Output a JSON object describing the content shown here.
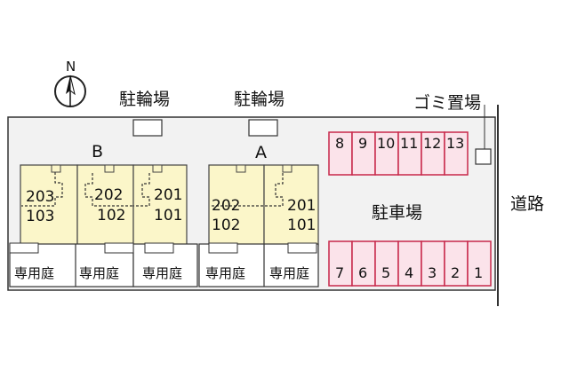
{
  "compass": {
    "north_label": "N"
  },
  "labels": {
    "bicycle_parking_left": "駐輪場",
    "bicycle_parking_right": "駐輪場",
    "garbage": "ゴミ置場",
    "road": "道路",
    "parking": "駐車場",
    "building_b": "B",
    "building_a": "A"
  },
  "units": {
    "b1_top": "203",
    "b1_bottom": "103",
    "b2_top": "202",
    "b2_bottom": "102",
    "b3_top": "201",
    "b3_bottom": "101",
    "a1_top": "202",
    "a1_bottom": "102",
    "a2_top": "201",
    "a2_bottom": "101"
  },
  "gardens": [
    "専用庭",
    "専用庭",
    "専用庭",
    "専用庭",
    "専用庭"
  ],
  "parking_top": [
    "8",
    "9",
    "10",
    "11",
    "12",
    "13"
  ],
  "parking_bottom": [
    "7",
    "6",
    "5",
    "4",
    "3",
    "2",
    "1"
  ],
  "colors": {
    "unit_fill": "#fbf6c9",
    "parking_fill": "#fbe3ea",
    "parking_stroke": "#c8284b",
    "line": "#333333"
  }
}
